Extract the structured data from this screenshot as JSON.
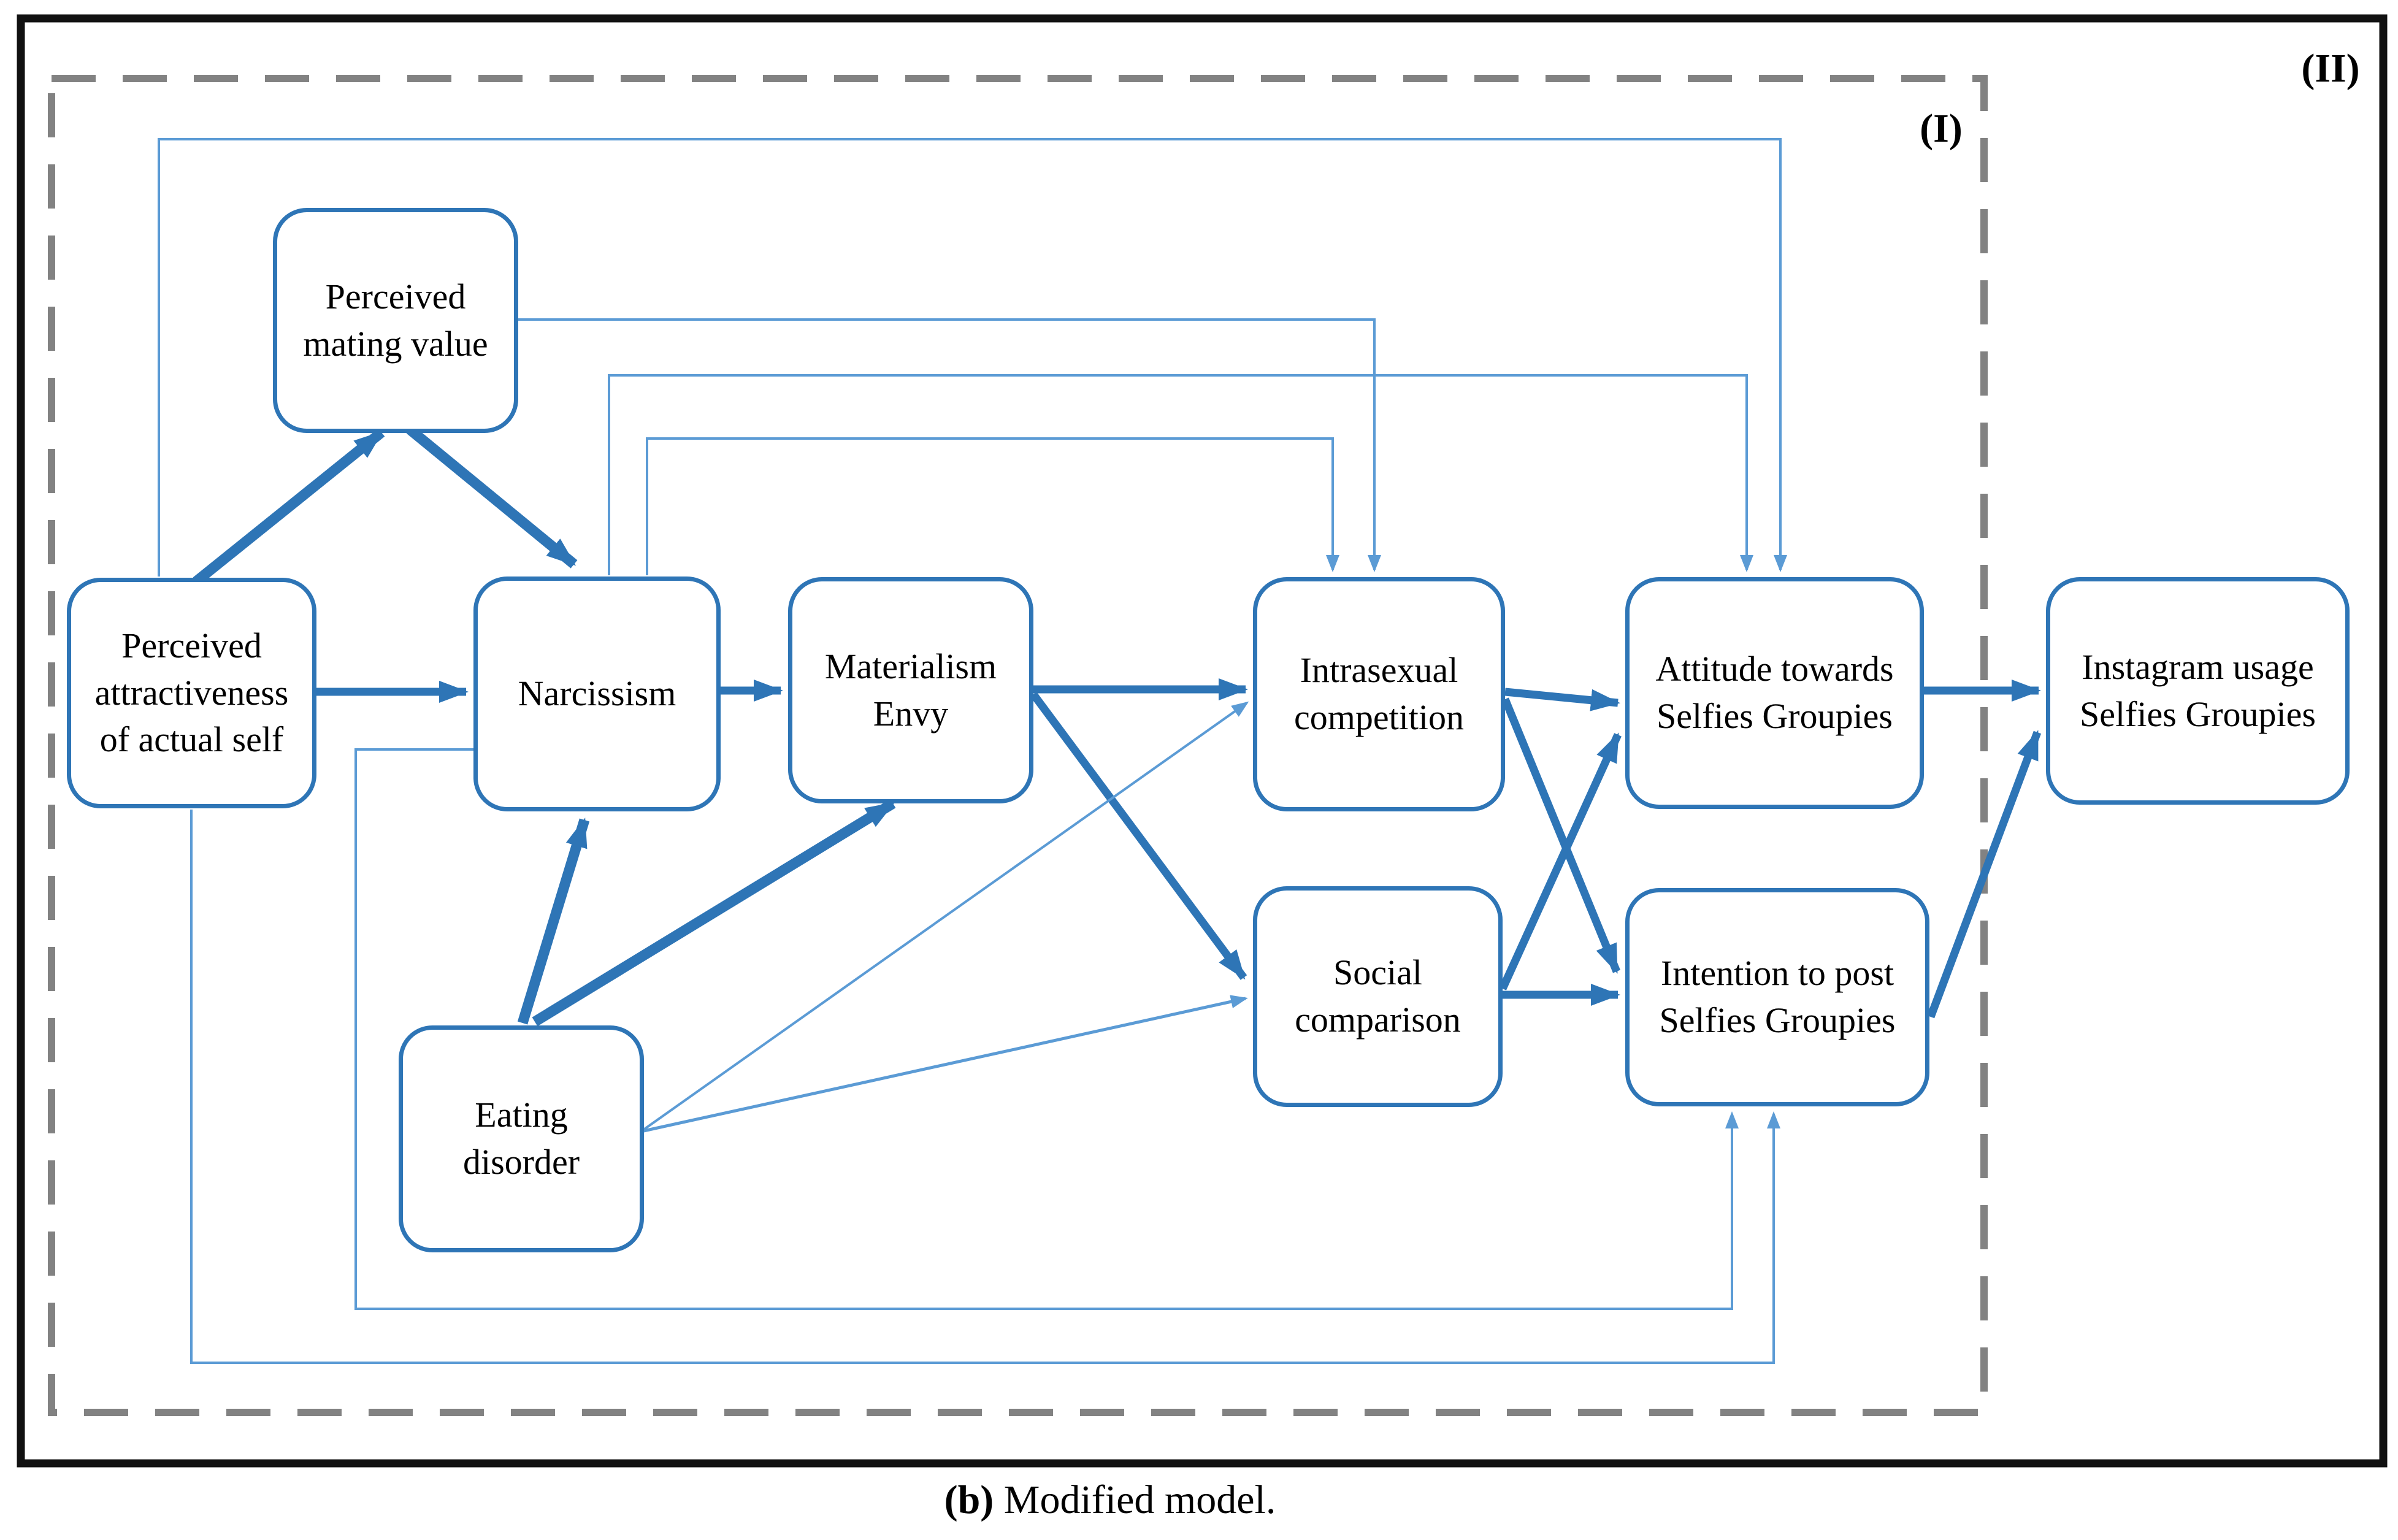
{
  "figure": {
    "caption": {
      "prefix": "(b)",
      "text": " Modified model."
    },
    "region_labels": {
      "inner": "(I)",
      "outer": "(II)"
    }
  },
  "colors": {
    "ink": "#111111",
    "frame_gray": "#828282",
    "node_blue": "#2E75B6",
    "line_blue": "#5B9BD5"
  },
  "nodes": {
    "pmv": {
      "label": "Perceived\nmating value"
    },
    "pa": {
      "label": "Perceived\nattractiveness\nof actual self"
    },
    "narc": {
      "label": "Narcissism"
    },
    "mat": {
      "label": "Materialism\nEnvy"
    },
    "ed": {
      "label": "Eating\ndisorder"
    },
    "intra": {
      "label": "Intrasexual\ncompetition"
    },
    "soc": {
      "label": "Social\ncomparison"
    },
    "att": {
      "label": "Attitude towards\nSelfies Groupies"
    },
    "intent": {
      "label": "Intention to post\nSelfies Groupies"
    },
    "insta": {
      "label": "Instagram usage\nSelfies Groupies"
    }
  },
  "edges": [
    {
      "from": "Perceived attractiveness of actual self",
      "to": "Perceived mating value",
      "weight": "strong"
    },
    {
      "from": "Perceived mating value",
      "to": "Narcissism",
      "weight": "strong"
    },
    {
      "from": "Perceived attractiveness of actual self",
      "to": "Narcissism",
      "weight": "strong"
    },
    {
      "from": "Narcissism",
      "to": "Materialism Envy",
      "weight": "strong"
    },
    {
      "from": "Eating disorder",
      "to": "Narcissism",
      "weight": "strong"
    },
    {
      "from": "Eating disorder",
      "to": "Materialism Envy",
      "weight": "strong"
    },
    {
      "from": "Materialism Envy",
      "to": "Intrasexual competition",
      "weight": "strong"
    },
    {
      "from": "Materialism Envy",
      "to": "Social comparison",
      "weight": "strong"
    },
    {
      "from": "Intrasexual competition",
      "to": "Attitude towards Selfies Groupies",
      "weight": "strong"
    },
    {
      "from": "Intrasexual competition",
      "to": "Intention to post Selfies Groupies",
      "weight": "strong"
    },
    {
      "from": "Social comparison",
      "to": "Attitude towards Selfies Groupies",
      "weight": "strong"
    },
    {
      "from": "Social comparison",
      "to": "Intention to post Selfies Groupies",
      "weight": "strong"
    },
    {
      "from": "Attitude towards Selfies Groupies",
      "to": "Instagram usage Selfies Groupies",
      "weight": "strong"
    },
    {
      "from": "Intention to post Selfies Groupies",
      "to": "Instagram usage Selfies Groupies",
      "weight": "strong"
    },
    {
      "from": "Perceived attractiveness of actual self",
      "to": "Attitude towards Selfies Groupies",
      "weight": "light"
    },
    {
      "from": "Perceived mating value",
      "to": "Intrasexual competition",
      "weight": "light"
    },
    {
      "from": "Narcissism",
      "to": "Attitude towards Selfies Groupies",
      "weight": "light"
    },
    {
      "from": "Narcissism",
      "to": "Intrasexual competition",
      "weight": "light"
    },
    {
      "from": "Narcissism",
      "to": "Intention to post Selfies Groupies",
      "weight": "light"
    },
    {
      "from": "Perceived attractiveness of actual self",
      "to": "Intention to post Selfies Groupies",
      "weight": "light"
    },
    {
      "from": "Eating disorder",
      "to": "Intrasexual competition",
      "weight": "light"
    },
    {
      "from": "Eating disorder",
      "to": "Social comparison",
      "weight": "light"
    }
  ]
}
